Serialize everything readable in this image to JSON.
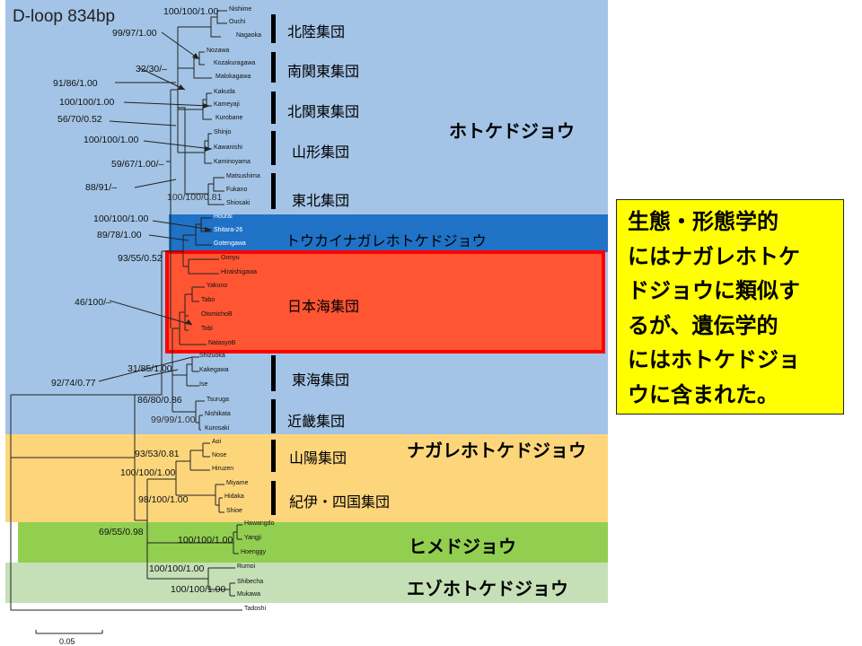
{
  "title": "D-loop   834bp",
  "leaves": [
    "Nishime",
    "Ouchi",
    "Nagaoka",
    "Nozawa",
    "Kozakuragawa",
    "Malokagawa",
    "Kakuda",
    "Kameyaji",
    "Kurobane",
    "Shinjo",
    "Kawanishi",
    "Kaminoyama",
    "Matsushima",
    "Fukano",
    "Shiosaki",
    "Hourai",
    "Shitara-26",
    "Gotengawa",
    "Oonyu",
    "Hiraishigawa",
    "Yakuno",
    "Tabo",
    "OtomichoB",
    "Tobi",
    "NatasyoB",
    "Shizuoka",
    "Kakegawa",
    "Ise",
    "Tsuruga",
    "Nishikata",
    "Kurosaki",
    "Aoi",
    "Nose",
    "Hiruzen",
    "Miyame",
    "Hidaka",
    "Shioe",
    "Hawangdo",
    "Yangji",
    "Hoenggy",
    "Rumoi",
    "Shibecha",
    "Mukawa",
    "Tadoshi"
  ],
  "supports": {
    "s1": "100/100/1.00",
    "s2": "99/97/1.00",
    "s3": "32/30/–",
    "s4": "91/86/1.00",
    "s5": "100/100/1.00",
    "s6": "56/70/0.52",
    "s7": "100/100/1.00",
    "s8": "59/67/1.00/–",
    "s9": "88/91/–",
    "s10": "100/100/0.81",
    "s11": "100/100/1.00",
    "s12": "89/78/1.00",
    "s13": "93/55/0.52",
    "s14": "46/100/–",
    "s15": "31/85/1.00",
    "s16": "92/74/0.77",
    "s17": "86/80/0.86",
    "s18": "99/99/1.00",
    "s19": "93/53/0.81",
    "s20": "100/100/1.00",
    "s21": "98/100/1.00",
    "s22": "69/55/0.98",
    "s23": "100/100/1.00",
    "s24": "100/100/1.00",
    "s25": "100/100/1.00"
  },
  "clades": {
    "hokuriku": "北陸集団",
    "minamikanto": "南関東集団",
    "kitakanto": "北関東集団",
    "yamagata": "山形集団",
    "tohoku": "東北集団",
    "tokai_nagare": "トウカイナガレホトケドジョウ",
    "nihonkai": "日本海集団",
    "tokai": "東海集団",
    "kinki": "近畿集団",
    "sanyo": "山陽集団",
    "kii_shikoku": "紀伊・四国集団"
  },
  "species": {
    "hotoke": "ホトケドジョウ",
    "nagare": "ナガレホトケドジョウ",
    "hime": "ヒメドジョウ",
    "ezo": "エゾホトケドジョウ"
  },
  "note_lines": [
    "生態・形態学的",
    "にはナガレホトケ",
    "ドジョウに類似す",
    "るが、遺伝学的",
    "にはホトケドジョ",
    "ウに含まれた。"
  ],
  "scale_label": "0.05",
  "colors": {
    "hotoke_band": "#a3c4e6",
    "tokai_nagare_band": "#1f72c6",
    "nihonkai_box": "#ff5533",
    "nihonkai_border": "#ff0000",
    "nagare_band": "#fdd67c",
    "hime_band": "#92cf50",
    "ezo_band": "#c5dfb6",
    "note_bg": "#ffff00"
  }
}
